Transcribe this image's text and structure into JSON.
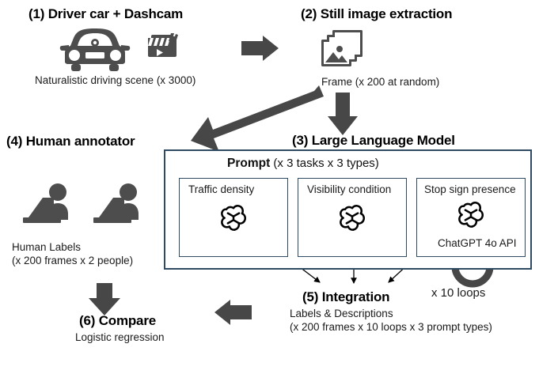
{
  "figure": {
    "type": "flow-diagram",
    "background": "#ffffff",
    "accent_border": "#2F4A63",
    "arrow_gray": "#474747",
    "arrow_black": "#000000"
  },
  "steps": {
    "step1": {
      "title": "(1) Driver car + Dashcam",
      "caption": "Naturalistic driving scene (x 3000)",
      "icons": [
        "car-front-icon",
        "clapperboard-icon"
      ]
    },
    "step2": {
      "title": "(2) Still image extraction",
      "caption": "Frame (x 200 at random)",
      "icons": [
        "image-stack-icon"
      ]
    },
    "step3": {
      "title": "(3) Large Language Model",
      "prompt_label_bold": "Prompt",
      "prompt_label_rest": " (x 3 tasks x 3 types)",
      "tasks": [
        {
          "label": "Traffic density",
          "icon": "openai-logo-icon",
          "api": ""
        },
        {
          "label": "Visibility condition",
          "icon": "openai-logo-icon",
          "api": ""
        },
        {
          "label": "Stop sign presence",
          "icon": "openai-logo-icon",
          "api": "ChatGPT 4o API"
        }
      ],
      "loop_label": "x 10 loops",
      "loop_icon": "circular-loop-arrow-icon"
    },
    "step4": {
      "title": "(4) Human annotator",
      "caption_line1": "Human Labels",
      "caption_line2": "(x 200 frames x 2 people)",
      "icons": [
        "person-at-laptop-icon",
        "person-at-laptop-icon"
      ]
    },
    "step5": {
      "title": "(5) Integration",
      "caption_line1": "Labels & Descriptions",
      "caption_line2": "(x 200 frames x 10 loops x 3 prompt types)"
    },
    "step6": {
      "title": "(6) Compare",
      "caption": "Logistic regression"
    }
  },
  "connectors": [
    {
      "name": "arrow-step1-to-step2",
      "style": "thick-gray-right"
    },
    {
      "name": "arrow-frame-to-human-annotator",
      "style": "thick-gray-diagonal-down-left"
    },
    {
      "name": "arrow-frame-to-llm",
      "style": "thick-gray-down"
    },
    {
      "name": "arrow-task1-to-integration",
      "style": "thin-black-diagonal"
    },
    {
      "name": "arrow-task2-to-integration",
      "style": "thin-black-down"
    },
    {
      "name": "arrow-task3-to-integration",
      "style": "thin-black-diagonal"
    },
    {
      "name": "arrow-integration-to-compare",
      "style": "thick-gray-left"
    },
    {
      "name": "arrow-human-labels-to-compare",
      "style": "thick-gray-down"
    }
  ]
}
